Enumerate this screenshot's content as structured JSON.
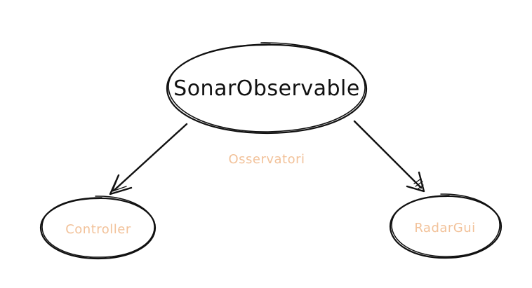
{
  "diagram": {
    "nodes": {
      "sonar_observable": {
        "label": "SonarObservable",
        "text_color": "#111111"
      },
      "controller": {
        "label": "Controller",
        "text_color": "#f2c29a"
      },
      "radar_gui": {
        "label": "RadarGui",
        "text_color": "#f2c29a"
      }
    },
    "edges": [
      {
        "from": "SonarObservable",
        "to": "Controller"
      },
      {
        "from": "SonarObservable",
        "to": "RadarGui"
      }
    ],
    "edge_label": {
      "text": "Osservatori",
      "color": "#f2c29a"
    },
    "stroke_color": "#111111"
  }
}
